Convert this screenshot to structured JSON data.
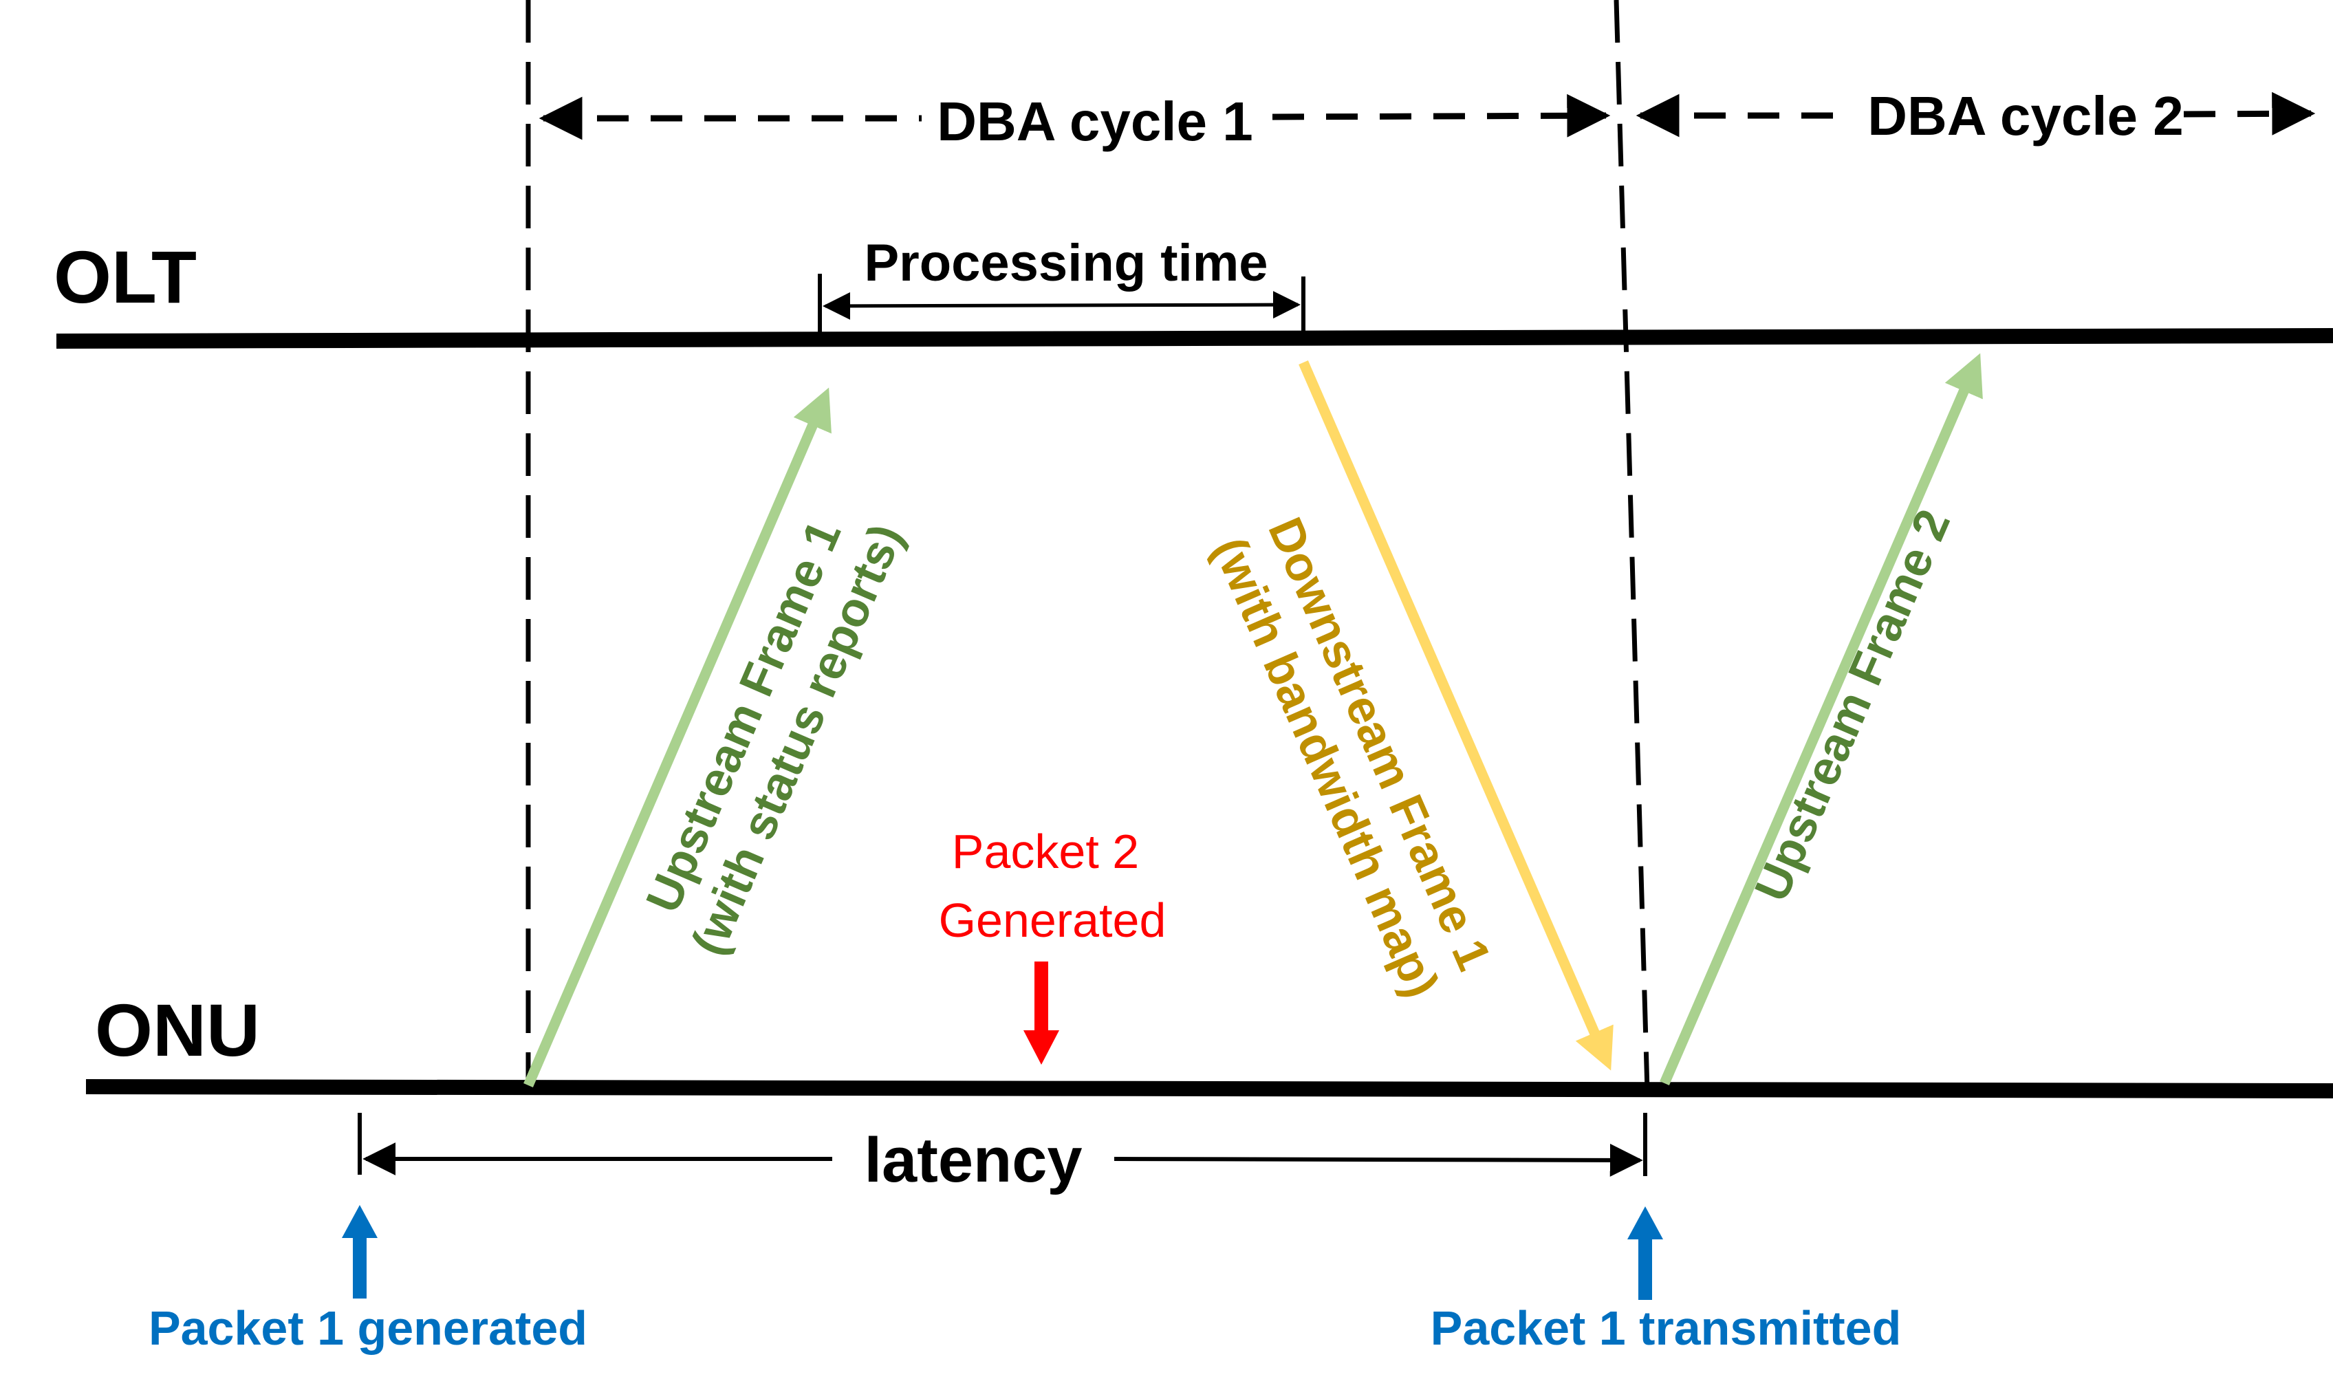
{
  "labels": {
    "olt": "OLT",
    "onu": "ONU",
    "dba_cycle_1": "DBA cycle 1",
    "dba_cycle_2": "DBA cycle 2",
    "processing_time": "Processing time",
    "latency": "latency",
    "upstream_frame_1_line1": "Upstream Frame 1",
    "upstream_frame_1_line2": "(with status reports)",
    "downstream_frame_1_line1": "Downstream Frame 1",
    "downstream_frame_1_line2": "(with bandwidth map)",
    "upstream_frame_2": "Upstream Frame 2",
    "packet_2_line1": "Packet 2",
    "packet_2_line2": "Generated",
    "packet_1_generated": "Packet 1 generated",
    "packet_1_transmitted": "Packet 1 transmitted"
  },
  "colors": {
    "line": "#000000",
    "upstream_arrow": "#a9d18e",
    "upstream_text": "#548235",
    "downstream_arrow": "#ffd966",
    "downstream_text": "#bf8f00",
    "packet_2": "#ff0000",
    "packet_1": "#0070c0"
  }
}
